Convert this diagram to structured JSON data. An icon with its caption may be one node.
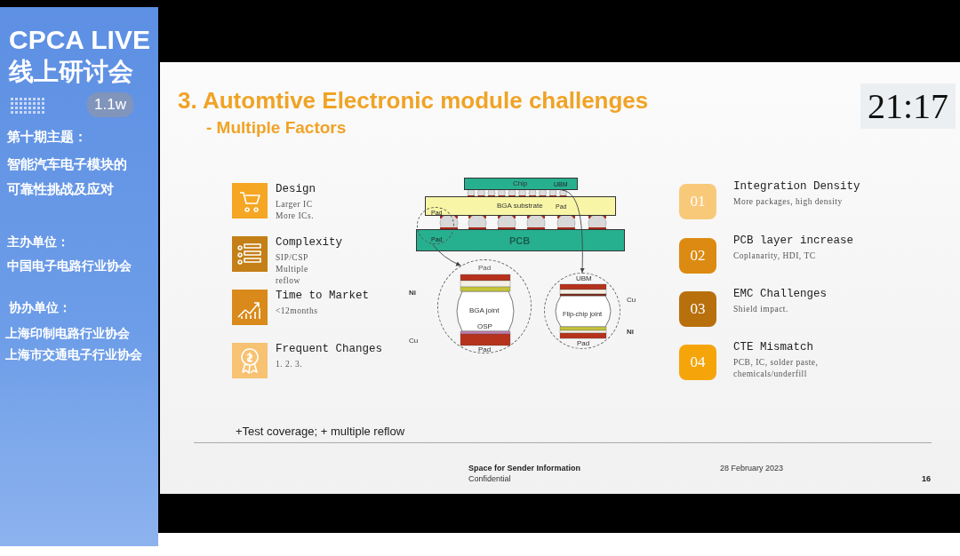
{
  "diagram": {
    "title": "3. Automtive Electronic module challenges",
    "nodes": [
      {
        "text": [],
        "shape": "picture",
        "beside": [
          "Design",
          "Larger IC More ICs."
        ]
      },
      {
        "text": [],
        "shape": "picture",
        "beside": [
          "Complexity",
          "SIP/CSP Multiple reflow"
        ]
      },
      {
        "text": [],
        "shape": "picture",
        "beside": [
          "Time to Market",
          "<12months"
        ]
      },
      {
        "text": [],
        "shape": "picture",
        "beside": [
          "Frequent Changes",
          "1. 2. 3."
        ]
      },
      {
        "text": [
          "Chip",
          "UBM"
        ]
      },
      {
        "text": [
          "BGA substrate",
          "Pad"
        ]
      },
      {
        "text": [
          "PCB"
        ]
      },
      {
        "text": [
          "Pad",
          "Pad"
        ]
      },
      {
        "text": [
          "Pad",
          "BGA joint",
          "OSP",
          "Pad"
        ],
        "beside": [
          "Ni",
          "Cu"
        ]
      },
      {
        "text": [
          "UBM",
          "Flip-chip joint",
          "Pad"
        ],
        "beside": [
          "Cu",
          "Ni"
        ]
      },
      {
        "text": [
          "01"
        ],
        "beside": [
          "Integration Density",
          "More packages, high density"
        ]
      },
      {
        "text": [
          "02"
        ],
        "beside": [
          "PCB layer increase",
          "Coplanarity, HDI, TC"
        ]
      },
      {
        "text": [
          "03"
        ],
        "beside": [
          "EMC Challenges",
          "Shield impact."
        ]
      },
      {
        "text": [
          "04"
        ],
        "beside": [
          "CTE Mismatch",
          "PCB, IC, solder paste, chemicals/underfill"
        ]
      }
    ],
    "edges": [
      {
        "from": 7,
        "to": 8,
        "arrow": "to"
      },
      {
        "from": 4,
        "to": 9,
        "arrow": "to"
      }
    ],
    "labels": [
      "CPCA LIVE",
      "线上研讨会",
      "1.1w",
      "第十期主题：",
      "智能汽车电子模块的可靠性挑战及应对",
      "主办单位：",
      "中国电子电路行业协会",
      "协办单位：",
      "上海印制电路行业协会",
      "上海市交通电子行业协会",
      "- Multiple Factors",
      "21:17",
      "+Test coverage; + multiple reflow",
      "Space for Sender Information",
      "Confidential",
      "28 February 2023",
      "16"
    ]
  }
}
